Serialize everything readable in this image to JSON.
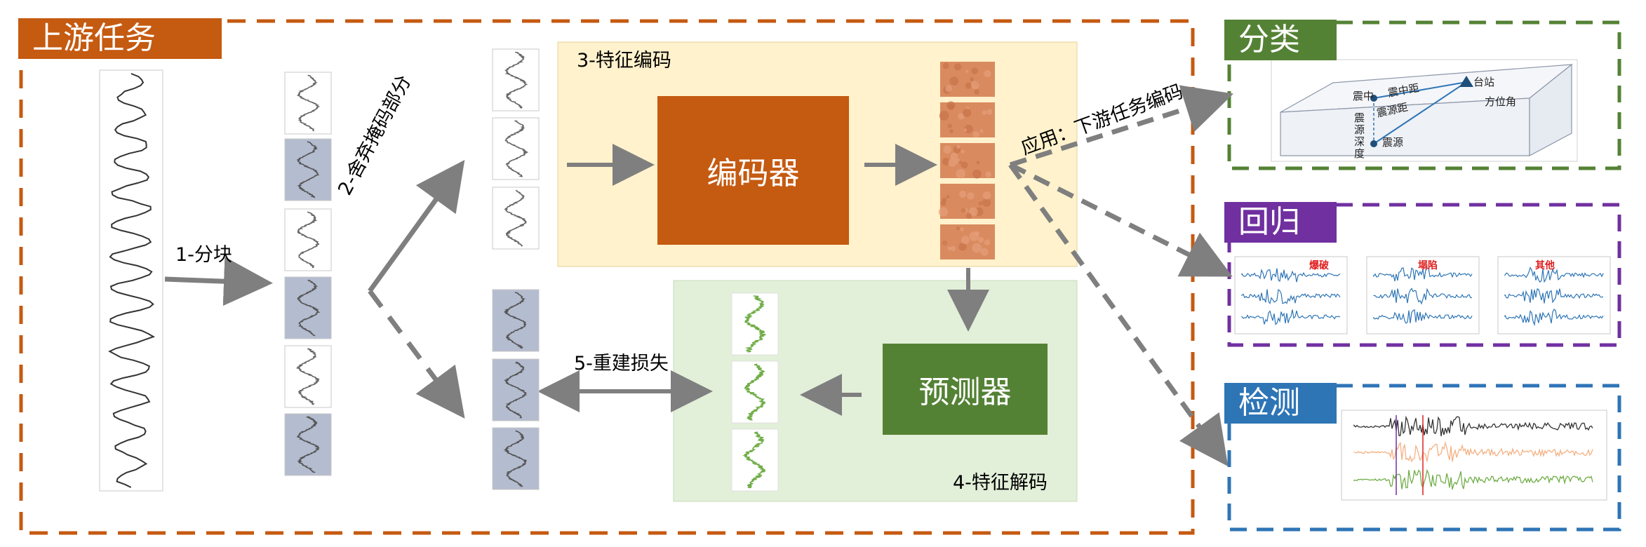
{
  "colors": {
    "upstream": "#c55a11",
    "encoder": "#c55a11",
    "encode_bg": "#fff2cc",
    "decode_bg": "#e2efd9",
    "predictor": "#548235",
    "classify": "#548235",
    "regress": "#7030a0",
    "detect": "#2e75b6",
    "arrow": "#7f7f7f",
    "masked_patch": "#b4bccf"
  },
  "upstream_title": "上游任务",
  "steps": {
    "split": "1-分块",
    "mask": "2-舍弃掩码部分",
    "encode": "3-特征编码",
    "decode": "4-特征解码",
    "recon": "5-重建损失"
  },
  "encoder_label": "编码器",
  "predictor_label": "预测器",
  "apply_label": "应用：下游任务编码",
  "downstream": {
    "classify": {
      "title": "分类",
      "illustration": {
        "focus": "震中",
        "epicenter_dist": "震中距",
        "station": "台站",
        "hypo_dist": "震源距",
        "azimuth": "方位角",
        "depth": "震源深度",
        "source": "震源"
      }
    },
    "regress": {
      "title": "回归",
      "panels": [
        "爆破",
        "塌陷",
        "其他"
      ]
    },
    "detect": {
      "title": "检测"
    }
  }
}
